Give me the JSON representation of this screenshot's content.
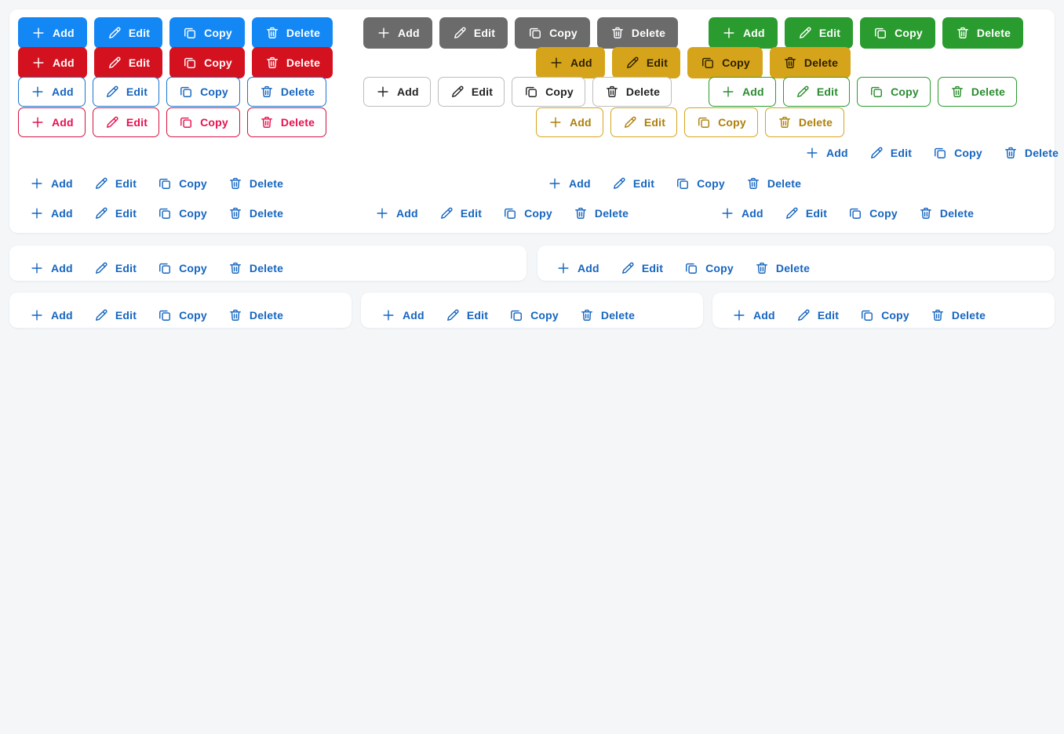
{
  "labels": {
    "add": "Add",
    "edit": "Edit",
    "copy": "Copy",
    "delete": "Delete"
  },
  "icons": {
    "add": "plus-icon",
    "edit": "pencil-icon",
    "copy": "content-copy-icon",
    "delete": "trash-icon"
  },
  "colors": {
    "background": "#f4f6f8",
    "card": "#ffffff",
    "primary": "#1388f5",
    "primary_text": "#1565c0",
    "error": "#d4111f",
    "error_text": "#d4113f",
    "inherit": "#6b6b6b",
    "inherit_text": "#222222",
    "warning": "#d6a41a",
    "warning_text": "#ad7f0a",
    "success": "#2a9c2f",
    "success_text": "#2a8c2f"
  },
  "groups": [
    {
      "id": "contained-primary",
      "variant": "contained",
      "color": "primary",
      "buttons": [
        "Add",
        "Edit",
        "Copy",
        "Delete"
      ]
    },
    {
      "id": "contained-inherit",
      "variant": "contained",
      "color": "inherit",
      "buttons": [
        "Add",
        "Edit",
        "Copy",
        "Delete"
      ]
    },
    {
      "id": "contained-success",
      "variant": "contained",
      "color": "success",
      "buttons": [
        "Add",
        "Edit",
        "Copy",
        "Delete"
      ]
    },
    {
      "id": "contained-error",
      "variant": "contained",
      "color": "error",
      "buttons": [
        "Add",
        "Edit",
        "Copy",
        "Delete"
      ]
    },
    {
      "id": "contained-warning",
      "variant": "contained",
      "color": "warning",
      "buttons": [
        "Add",
        "Edit",
        "Copy",
        "Delete"
      ]
    },
    {
      "id": "outlined-primary",
      "variant": "outlined",
      "color": "primary",
      "buttons": [
        "Add",
        "Edit",
        "Copy",
        "Delete"
      ]
    },
    {
      "id": "outlined-inherit",
      "variant": "outlined",
      "color": "inherit",
      "buttons": [
        "Add",
        "Edit",
        "Copy",
        "Delete"
      ]
    },
    {
      "id": "outlined-success",
      "variant": "outlined",
      "color": "success",
      "buttons": [
        "Add",
        "Edit",
        "Copy",
        "Delete"
      ]
    },
    {
      "id": "outlined-error",
      "variant": "outlined",
      "color": "error",
      "buttons": [
        "Add",
        "Edit",
        "Copy",
        "Delete"
      ]
    },
    {
      "id": "outlined-warning",
      "variant": "outlined",
      "color": "warning",
      "buttons": [
        "Add",
        "Edit",
        "Copy",
        "Delete"
      ]
    },
    {
      "id": "text-right-row1",
      "variant": "text",
      "color": "primary",
      "buttons": [
        "Add",
        "Edit",
        "Copy",
        "Delete"
      ]
    },
    {
      "id": "text-left-row2",
      "variant": "text",
      "color": "primary",
      "buttons": [
        "Add",
        "Edit",
        "Copy",
        "Delete"
      ]
    },
    {
      "id": "text-mid-row2",
      "variant": "text",
      "color": "primary",
      "buttons": [
        "Add",
        "Edit",
        "Copy",
        "Delete"
      ]
    },
    {
      "id": "text-left-row3",
      "variant": "text",
      "color": "primary",
      "buttons": [
        "Add",
        "Edit",
        "Copy",
        "Delete"
      ]
    },
    {
      "id": "text-mid-row3",
      "variant": "text",
      "color": "primary",
      "buttons": [
        "Add",
        "Edit",
        "Copy",
        "Delete"
      ]
    },
    {
      "id": "text-right-row3",
      "variant": "text",
      "color": "primary",
      "buttons": [
        "Add",
        "Edit",
        "Copy",
        "Delete"
      ]
    },
    {
      "id": "card-a-buttons",
      "variant": "text",
      "color": "primary",
      "buttons": [
        "Add",
        "Edit",
        "Copy",
        "Delete"
      ]
    },
    {
      "id": "card-b-buttons",
      "variant": "text",
      "color": "primary",
      "buttons": [
        "Add",
        "Edit",
        "Copy",
        "Delete"
      ]
    },
    {
      "id": "card-c-buttons",
      "variant": "text",
      "color": "primary",
      "buttons": [
        "Add",
        "Edit",
        "Copy",
        "Delete"
      ]
    },
    {
      "id": "card-d-buttons",
      "variant": "text",
      "color": "primary",
      "buttons": [
        "Add",
        "Edit",
        "Copy",
        "Delete"
      ]
    },
    {
      "id": "card-e-buttons",
      "variant": "text",
      "color": "primary",
      "buttons": [
        "Add",
        "Edit",
        "Copy",
        "Delete"
      ]
    }
  ]
}
